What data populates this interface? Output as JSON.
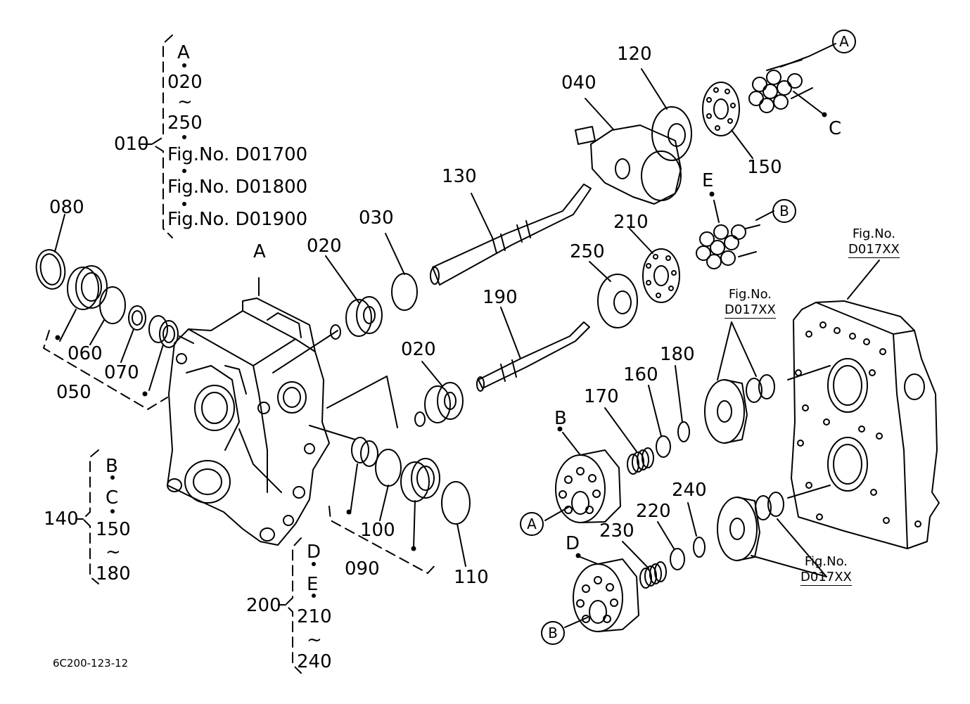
{
  "labels": {
    "p080": "080",
    "p060": "060",
    "p070": "070",
    "p050": "050",
    "p020a": "020",
    "p030": "030",
    "p130": "130",
    "p040": "040",
    "p120": "120",
    "p150": "150",
    "p210": "210",
    "p250": "250",
    "p190": "190",
    "p020b": "020",
    "p170": "170",
    "p160": "160",
    "p180": "180",
    "p240": "240",
    "p220": "220",
    "p230": "230",
    "p100": "100",
    "p090": "090",
    "p110": "110",
    "p010": "010",
    "p140": "140",
    "p200": "200",
    "letterA_main": "A",
    "letterB": "B",
    "letterD": "D",
    "letterE": "E",
    "letterC": "C"
  },
  "callouts": {
    "a_top": "A",
    "b_top": "B",
    "a_mid": "A",
    "b_bot": "B"
  },
  "group010": {
    "lines": [
      "A",
      "020",
      "~",
      "250",
      "Fig.No.  D01700",
      "Fig.No.  D01800",
      "Fig.No.  D01900"
    ]
  },
  "group140": {
    "lines": [
      "B",
      "C",
      "150",
      "~",
      "180"
    ]
  },
  "group200": {
    "lines": [
      "D",
      "E",
      "210",
      "~",
      "240"
    ]
  },
  "figrefs": {
    "top_right": {
      "line1": "Fig.No.",
      "line2": "D017XX"
    },
    "middle": {
      "line1": "Fig.No.",
      "line2": "D017XX"
    },
    "bottom": {
      "line1": "Fig.No.",
      "line2": "D017XX"
    }
  },
  "footer": {
    "code": "6C200-123-12"
  }
}
